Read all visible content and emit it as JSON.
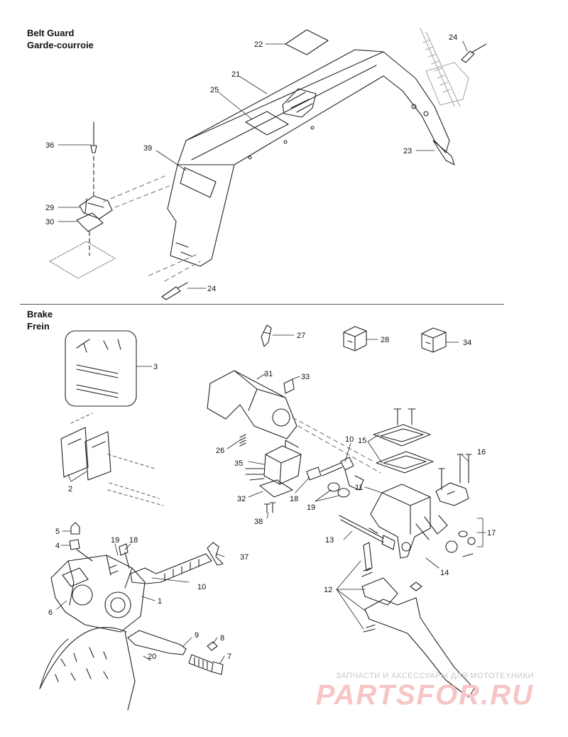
{
  "sections": {
    "belt_guard": {
      "title": "Belt Guard",
      "subtitle": "Garde-courroie"
    },
    "brake": {
      "title": "Brake",
      "subtitle": "Frein"
    }
  },
  "callouts": {
    "c22": "22",
    "c24a": "24",
    "c21": "21",
    "c25": "25",
    "c36": "36",
    "c39": "39",
    "c23": "23",
    "c29": "29",
    "c30": "30",
    "c24b": "24",
    "c27": "27",
    "c28": "28",
    "c34": "34",
    "c3": "3",
    "c31": "31",
    "c33": "33",
    "c26": "26",
    "c10a": "10",
    "c15": "15",
    "c16": "16",
    "c35": "35",
    "c2": "2",
    "c11": "11",
    "c18a": "18",
    "c19a": "19",
    "c32": "32",
    "c38": "38",
    "c17": "17",
    "c13": "13",
    "c5": "5",
    "c4": "4",
    "c19b": "19",
    "c18b": "18",
    "c37": "37",
    "c14": "14",
    "c10b": "10",
    "c12": "12",
    "c1": "1",
    "c6": "6",
    "c9": "9",
    "c8": "8",
    "c20": "20",
    "c7": "7"
  },
  "watermark": {
    "line1": "ЗАПЧАСТИ И АКСЕССУАРЫ ДЛЯ МОТОТЕХНИКИ",
    "line2": "PARTSFOR.RU"
  },
  "colors": {
    "line": "#222222",
    "watermark": "#f7c5c5"
  }
}
